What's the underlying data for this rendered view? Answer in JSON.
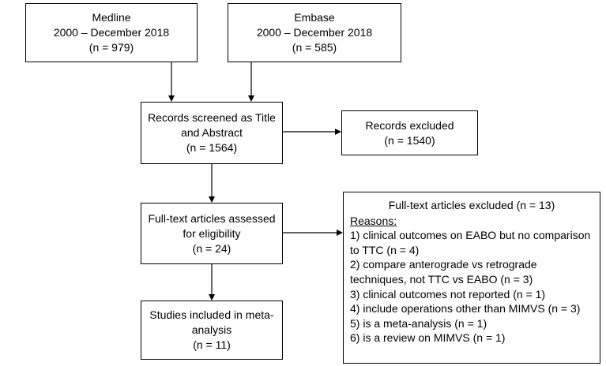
{
  "nodes": {
    "medline": {
      "lines": [
        "Medline",
        "2000 – December 2018",
        "(n = 979)"
      ]
    },
    "embase": {
      "lines": [
        "Embase",
        "2000 – December 2018",
        "(n = 585)"
      ]
    },
    "screened": {
      "lines": [
        "Records screened as Title",
        "and Abstract",
        "(n = 1564)"
      ]
    },
    "excluded": {
      "lines": [
        "Records excluded",
        "(n = 1540)"
      ]
    },
    "fulltext": {
      "lines": [
        "Full-text articles assessed",
        "for eligibility",
        "(n = 24)"
      ]
    },
    "included": {
      "lines": [
        "Studies included in meta-",
        "analysis",
        "(n = 11)"
      ]
    },
    "fulltext_excluded": {
      "title": "Full-text articles excluded (n = 13)",
      "reasons_heading": "Reasons:",
      "reasons": [
        "1) clinical outcomes on EABO but no comparison",
        "to TTC (n = 4)",
        "2) compare anterograde vs retrograde",
        "techniques, not TTC vs EABO (n = 3)",
        "3) clinical outcomes not reported (n = 1)",
        "4) include operations other than MIMVS (n = 3)",
        "5) is a meta-analysis (n = 1)",
        "6) is a review on MIMVS (n = 1)"
      ]
    }
  },
  "edges": [
    {
      "from": "medline",
      "to": "screened"
    },
    {
      "from": "embase",
      "to": "screened"
    },
    {
      "from": "screened",
      "to": "excluded"
    },
    {
      "from": "screened",
      "to": "fulltext"
    },
    {
      "from": "fulltext",
      "to": "fulltext_excluded"
    },
    {
      "from": "fulltext",
      "to": "included"
    }
  ]
}
